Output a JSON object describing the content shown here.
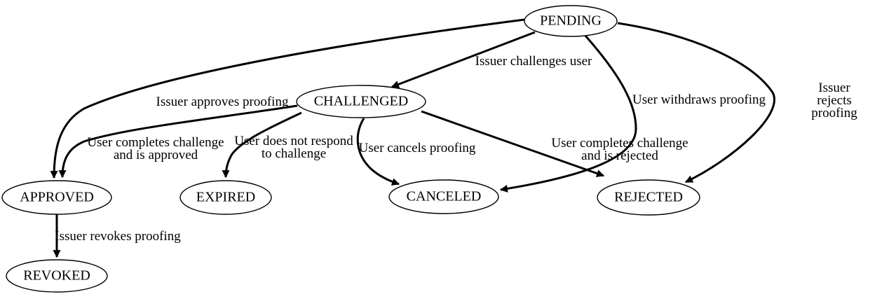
{
  "diagram": {
    "type": "state-machine",
    "background_color": "#ffffff",
    "stroke_color": "#000000",
    "text_color": "#000000",
    "nodes": [
      {
        "id": "pending",
        "label": "PENDING"
      },
      {
        "id": "challenged",
        "label": "CHALLENGED"
      },
      {
        "id": "approved",
        "label": "APPROVED"
      },
      {
        "id": "expired",
        "label": "EXPIRED"
      },
      {
        "id": "canceled",
        "label": "CANCELED"
      },
      {
        "id": "rejected",
        "label": "REJECTED"
      },
      {
        "id": "revoked",
        "label": "REVOKED"
      }
    ],
    "edges": [
      {
        "from": "PENDING",
        "to": "CHALLENGED",
        "label": "Issuer challenges user"
      },
      {
        "from": "PENDING",
        "to": "APPROVED",
        "label": "Issuer approves proofing"
      },
      {
        "from": "PENDING",
        "to": "CANCELED",
        "label": "User withdraws proofing"
      },
      {
        "from": "PENDING",
        "to": "REJECTED",
        "label": "Issuer rejects proofing"
      },
      {
        "from": "CHALLENGED",
        "to": "APPROVED",
        "label": "User completes challenge\nand is approved"
      },
      {
        "from": "CHALLENGED",
        "to": "EXPIRED",
        "label": "User does not respond\nto challenge"
      },
      {
        "from": "CHALLENGED",
        "to": "CANCELED",
        "label": "User cancels proofing"
      },
      {
        "from": "CHALLENGED",
        "to": "REJECTED",
        "label": "User completes challenge\nand is rejected"
      },
      {
        "from": "APPROVED",
        "to": "REVOKED",
        "label": "Issuer revokes proofing"
      }
    ]
  }
}
